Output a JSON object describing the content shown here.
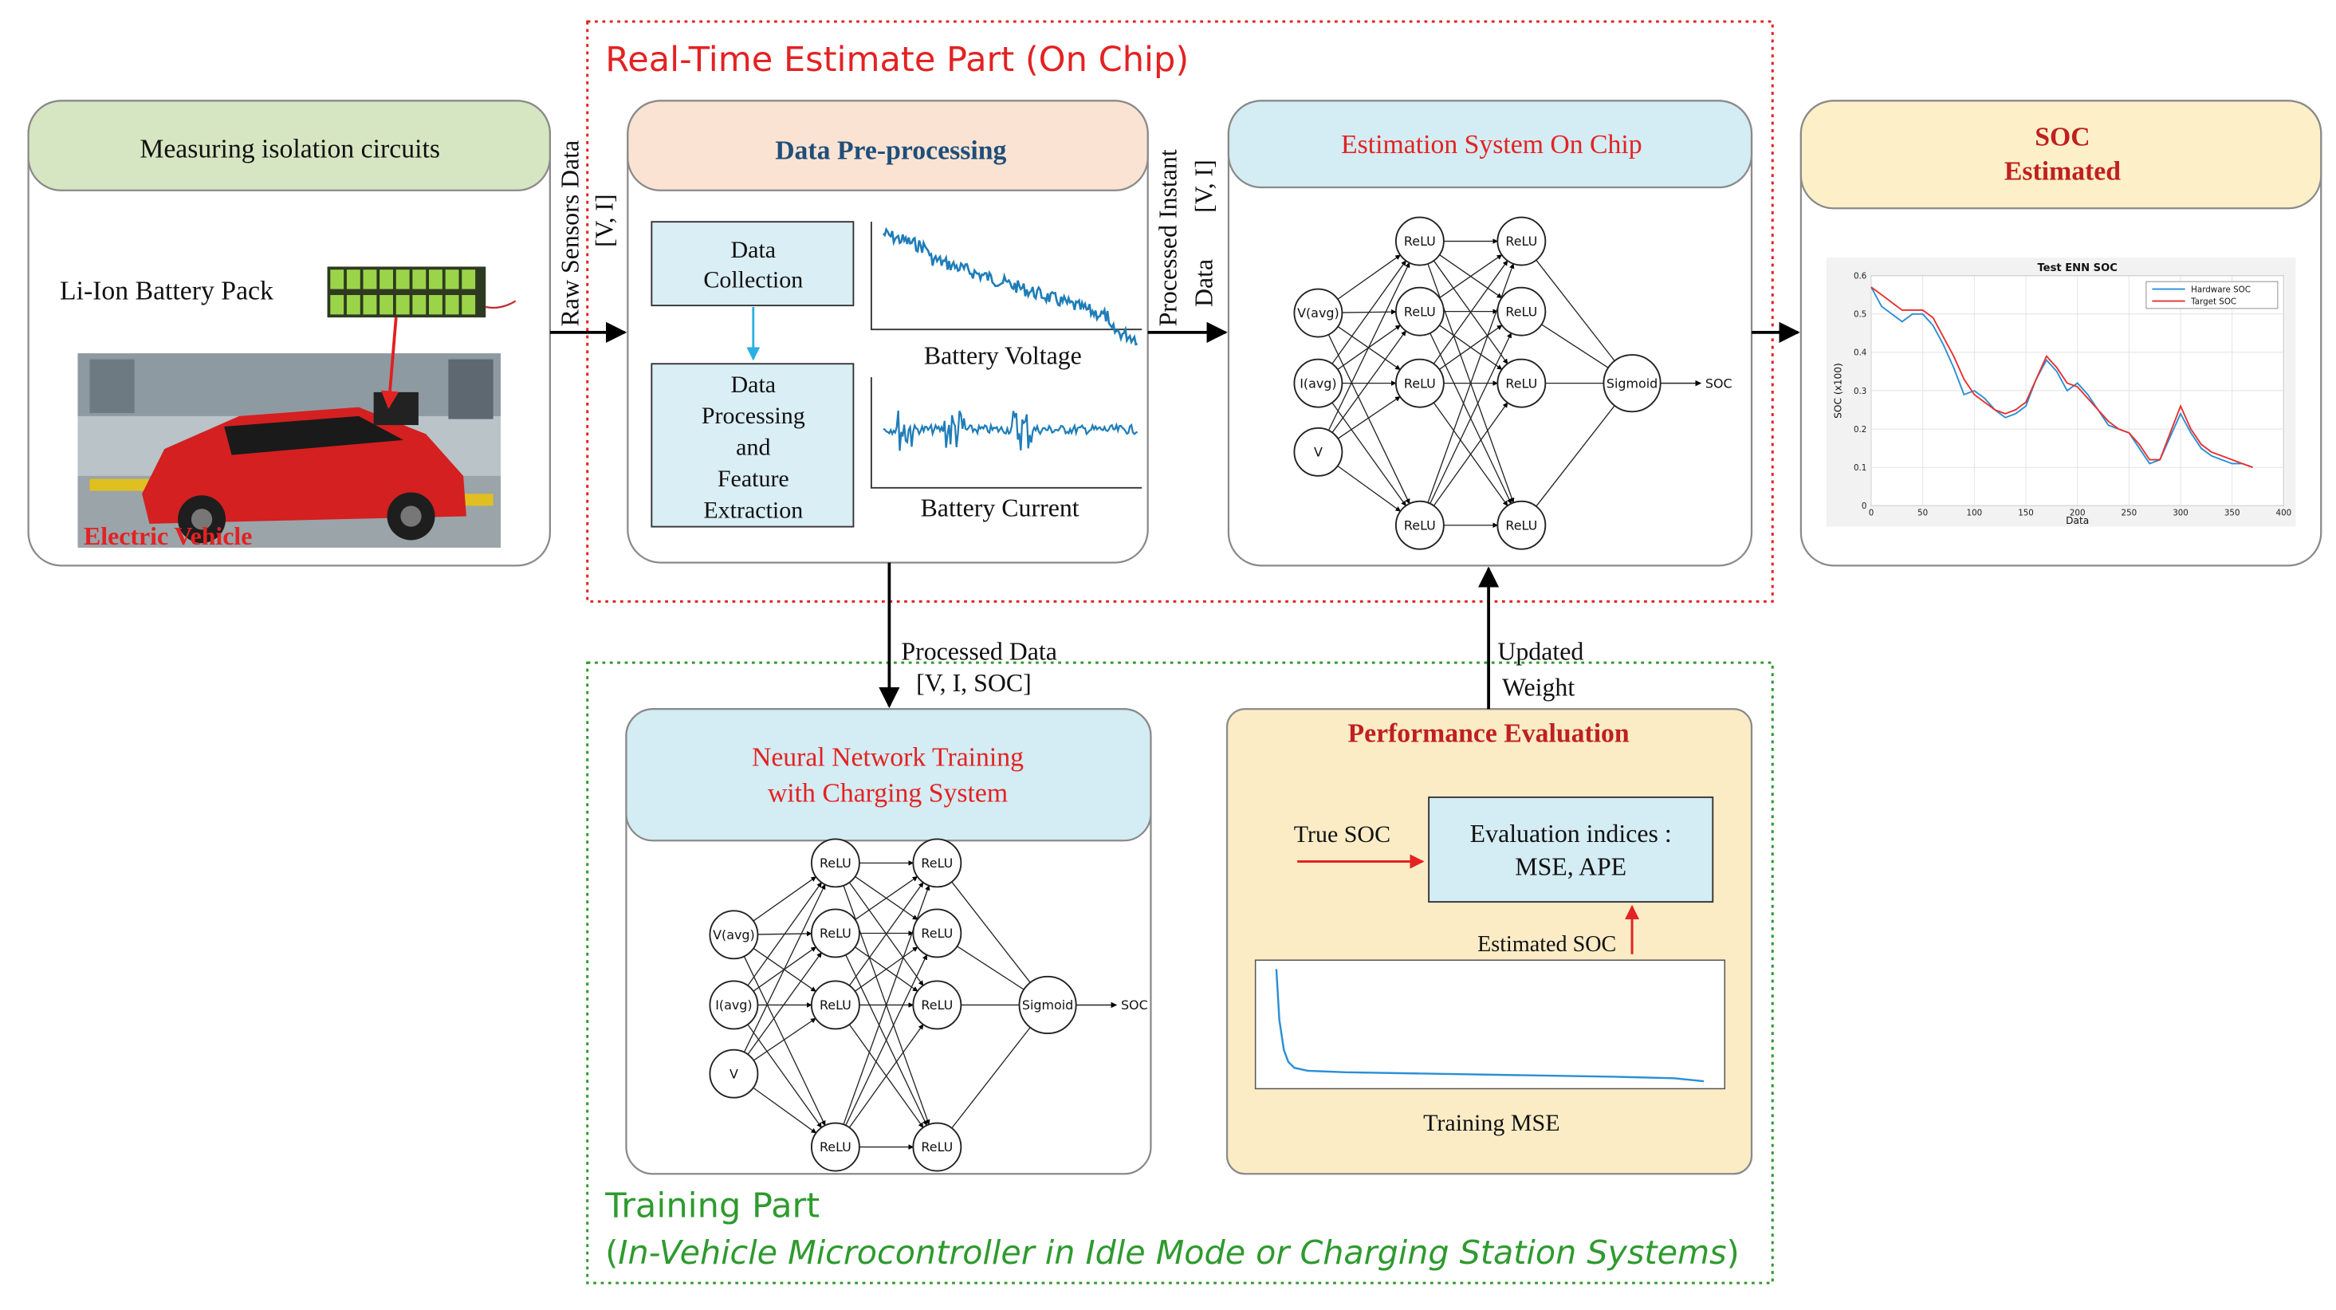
{
  "realtime": {
    "title": "Real-Time Estimate Part (On Chip)",
    "title_color": "#e32222"
  },
  "training": {
    "title": "Training Part",
    "subtitle_pre": "(",
    "subtitle_italic": "In-Vehicle Microcontroller in Idle Mode or Charging Station Systems",
    "subtitle_post": ")",
    "color": "#2e9a2e"
  },
  "measure": {
    "header": "Measuring isolation circuits",
    "battery_label": "Li-Ion Battery Pack",
    "vehicle_label": "Electric Vehicle"
  },
  "preprocess": {
    "header": "Data Pre-processing",
    "collection": [
      "Data",
      "Collection"
    ],
    "processing": [
      "Data",
      "Processing",
      "and",
      "Feature",
      "Extraction"
    ],
    "voltage_caption": "Battery Voltage",
    "current_caption": "Battery Current"
  },
  "estimation": {
    "header": "Estimation System On Chip"
  },
  "soc": {
    "header": [
      "SOC",
      "Estimated"
    ]
  },
  "arrows": {
    "raw": [
      "Raw Sensors Data",
      "[V, I]"
    ],
    "processed_instant": [
      "Processed Instant",
      "[V, I]",
      "Data"
    ],
    "processed_data": [
      "Processed Data",
      "[V, I, SOC]"
    ],
    "updated_weight": [
      "Updated",
      "Weight"
    ]
  },
  "nn_training": {
    "header": [
      "Neural Network Training",
      "with Charging System"
    ]
  },
  "perf": {
    "header": "Performance Evaluation",
    "true_soc": "True SOC",
    "indices": [
      "Evaluation indices :",
      "MSE, APE"
    ],
    "estimated_soc": "Estimated SOC",
    "mse_caption": "Training MSE"
  },
  "network": {
    "inputs": [
      "V(avg)",
      "I(avg)",
      "V"
    ],
    "hidden": "ReLU",
    "output": "Sigmoid",
    "output_label": "SOC"
  },
  "chart_data": {
    "type": "line",
    "title": "Test ENN SOC",
    "xlabel": "Data",
    "ylabel": "SOC (x100)",
    "xlim": [
      0,
      400
    ],
    "ylim": [
      0,
      0.6
    ],
    "xticks": [
      "0",
      "50",
      "100",
      "150",
      "200",
      "250",
      "300",
      "350",
      "400"
    ],
    "yticks": [
      "0",
      "0.1",
      "0.2",
      "0.3",
      "0.4",
      "0.5",
      "0.6"
    ],
    "grid": true,
    "legend_position": "top-right",
    "series": [
      {
        "name": "Hardware SOC",
        "color": "#2a8fd6",
        "x": [
          0,
          10,
          20,
          30,
          40,
          50,
          60,
          70,
          80,
          90,
          100,
          110,
          120,
          130,
          140,
          150,
          160,
          170,
          180,
          190,
          200,
          210,
          220,
          230,
          240,
          250,
          260,
          270,
          280,
          290,
          300,
          310,
          320,
          330,
          340,
          350,
          360,
          370
        ],
        "y": [
          0.57,
          0.52,
          0.5,
          0.48,
          0.5,
          0.5,
          0.47,
          0.42,
          0.36,
          0.29,
          0.3,
          0.28,
          0.25,
          0.23,
          0.24,
          0.26,
          0.33,
          0.38,
          0.35,
          0.3,
          0.32,
          0.29,
          0.25,
          0.21,
          0.2,
          0.19,
          0.15,
          0.11,
          0.12,
          0.18,
          0.24,
          0.19,
          0.15,
          0.13,
          0.12,
          0.11,
          0.11,
          0.1
        ]
      },
      {
        "name": "Target SOC",
        "color": "#e83030",
        "x": [
          0,
          10,
          20,
          30,
          40,
          50,
          60,
          70,
          80,
          90,
          100,
          110,
          120,
          130,
          140,
          150,
          160,
          170,
          180,
          190,
          200,
          210,
          220,
          230,
          240,
          250,
          260,
          270,
          280,
          290,
          300,
          310,
          320,
          330,
          340,
          350,
          360,
          370
        ],
        "y": [
          0.57,
          0.55,
          0.53,
          0.51,
          0.51,
          0.51,
          0.49,
          0.44,
          0.39,
          0.33,
          0.29,
          0.27,
          0.25,
          0.24,
          0.25,
          0.27,
          0.33,
          0.39,
          0.36,
          0.32,
          0.31,
          0.28,
          0.25,
          0.22,
          0.2,
          0.19,
          0.16,
          0.12,
          0.12,
          0.19,
          0.26,
          0.2,
          0.16,
          0.14,
          0.13,
          0.12,
          0.11,
          0.1
        ]
      }
    ]
  }
}
